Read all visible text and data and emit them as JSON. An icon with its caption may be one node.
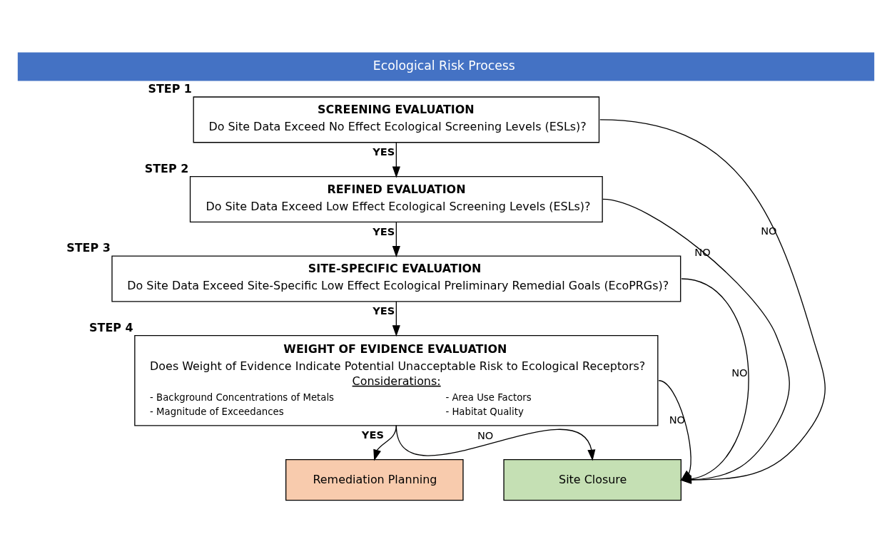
{
  "diagram": {
    "title": "Ecological Risk Process",
    "nodes": [
      {
        "text": [
          "SCREENING EVALUATION",
          "Do Site Data Exceed No Effect Ecological Screening Levels (ESLs)?"
        ],
        "beside": [
          "STEP 1"
        ]
      },
      {
        "text": [
          "REFINED EVALUATION",
          "Do Site Data Exceed Low Effect Ecological Screening Levels (ESLs)?"
        ],
        "beside": [
          "STEP 2"
        ]
      },
      {
        "text": [
          "SITE-SPECIFIC EVALUATION",
          "Do Site Data Exceed Site-Specific Low Effect Ecological Preliminary Remedial Goals (EcoPRGs)?"
        ],
        "beside": [
          "STEP 3"
        ]
      },
      {
        "text": [
          "WEIGHT OF EVIDENCE EVALUATION",
          "Does Weight of Evidence Indicate Potential Unacceptable Risk to Ecological Receptors?",
          "Considerations:",
          "- Background Concentrations of Metals",
          "- Area Use Factors",
          "- Magnitude of Exceedances",
          "- Habitat Quality"
        ],
        "beside": [
          "STEP 4"
        ]
      },
      {
        "text": [
          "Remediation Planning"
        ]
      },
      {
        "text": [
          "Site Closure"
        ]
      }
    ],
    "edges": [
      {
        "from": 0,
        "to": 1,
        "arrow": "to",
        "label": "YES"
      },
      {
        "from": 1,
        "to": 2,
        "arrow": "to",
        "label": "YES"
      },
      {
        "from": 2,
        "to": 3,
        "arrow": "to",
        "label": "YES"
      },
      {
        "from": 3,
        "to": 4,
        "arrow": "to",
        "label": "YES"
      },
      {
        "from": 3,
        "to": 5,
        "arrow": "to",
        "label": "NO"
      },
      {
        "from": 0,
        "to": 5,
        "arrow": "to",
        "label": "NO"
      },
      {
        "from": 1,
        "to": 5,
        "arrow": "to",
        "label": "NO"
      },
      {
        "from": 2,
        "to": 5,
        "arrow": "to",
        "label": "NO"
      },
      {
        "from": 3,
        "to": 5,
        "arrow": "to",
        "label": "NO"
      }
    ]
  }
}
